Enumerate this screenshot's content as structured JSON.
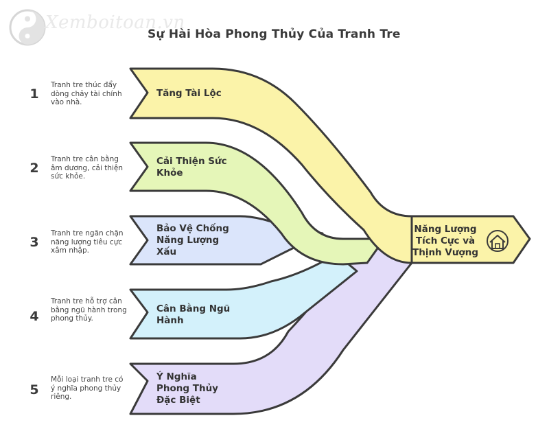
{
  "header": {
    "title": "Sự Hài Hòa Phong Thủy Của Tranh Tre",
    "watermark": "Xemboitoan.vn"
  },
  "branches": [
    {
      "number": "1",
      "description": "Tranh tre thúc đẩy dòng chảy tài chính vào nhà.",
      "label": "Tăng Tài Lộc",
      "color": "#fbf3a9"
    },
    {
      "number": "2",
      "description": "Tranh tre cân bằng âm dương, cải thiện sức khỏe.",
      "label": "Cải Thiện Sức Khỏe",
      "color": "#e5f6b8"
    },
    {
      "number": "3",
      "description": "Tranh tre ngăn chặn năng lượng tiêu cực xâm nhập.",
      "label": "Bảo Vệ Chống Năng Lượng Xấu",
      "color": "#dbe5fb"
    },
    {
      "number": "4",
      "description": "Tranh tre hỗ trợ cân bằng ngũ hành trong phong thủy.",
      "label": "Cân Bằng Ngũ Hành",
      "color": "#d3f1fb"
    },
    {
      "number": "5",
      "description": "Mỗi loại tranh tre có ý nghĩa phong thủy riêng.",
      "label": "Ý Nghĩa Phong Thủy Đặc Biệt",
      "color": "#e3dcf9"
    }
  ],
  "result": {
    "label": "Năng Lượng Tích Cực và Thịnh Vượng",
    "icon": "house-icon",
    "color": "#fbf3a9"
  },
  "outline_color": "#3a3a3a"
}
